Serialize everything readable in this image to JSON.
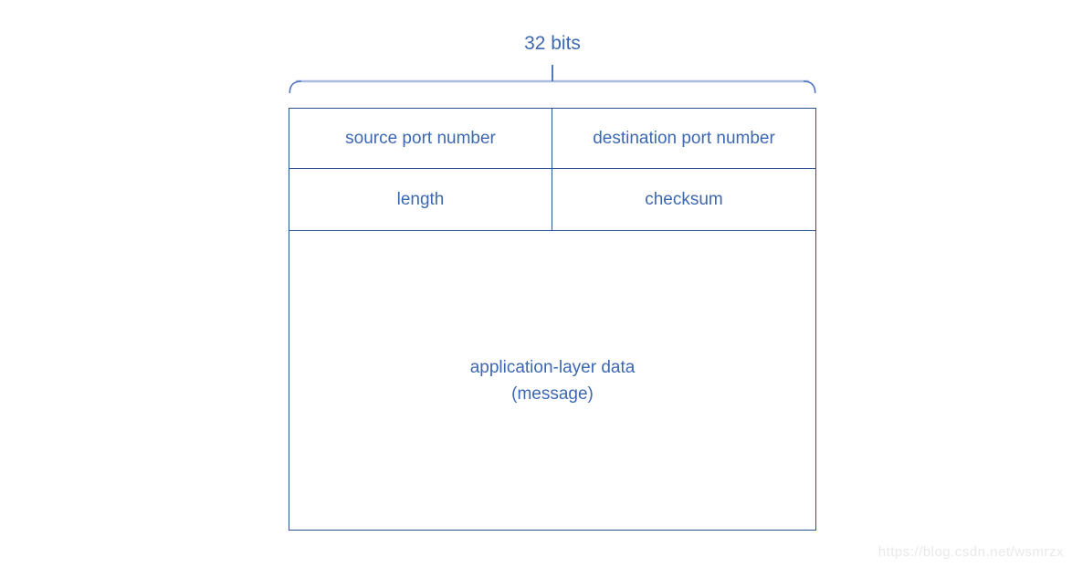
{
  "diagram": {
    "title_hidden": "",
    "width_label": "32 bits",
    "fields": {
      "source_port": "source port number",
      "destination_port": "destination port number",
      "length": "length",
      "checksum": "checksum",
      "data_line1": "application-layer data",
      "data_line2": "(message)"
    }
  },
  "watermark": "https://blog.csdn.net/wsmrzx",
  "colors": {
    "border": "#2e5391",
    "text": "#3d68b1",
    "brace_light": "#a9bce0",
    "brace_dark": "#4f78c0",
    "watermark": "#e9e9e9",
    "background": "#ffffff"
  }
}
